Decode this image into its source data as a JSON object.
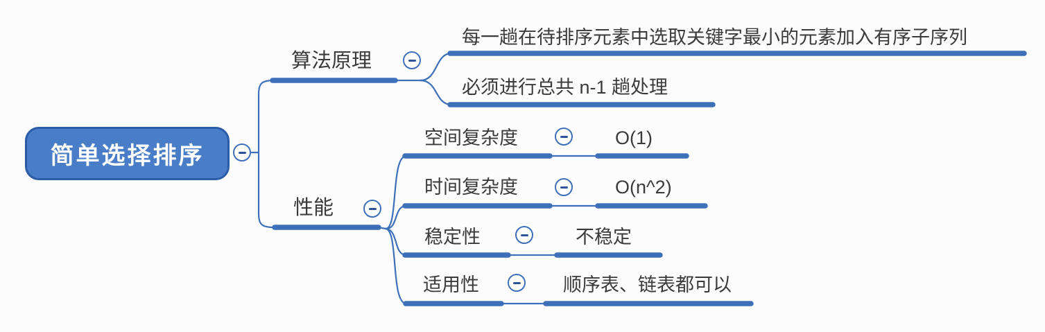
{
  "colors": {
    "line": "#3D70B8",
    "root_fill": "#4A7DC8",
    "root_border": "#2B5CA8",
    "root_text": "#FFFFFF",
    "text": "#3A3A3A",
    "minus": "#2B5597",
    "background": "#FCFCFC"
  },
  "icons": {
    "collapse": "minus-circle"
  },
  "mindmap": {
    "root": {
      "label": "简单选择排序"
    },
    "branches": [
      {
        "label": "算法原理",
        "children": [
          {
            "label": "每一趟在待排序元素中选取关键字最小的元素加入有序子序列"
          },
          {
            "label": "必须进行总共 n-1 趟处理"
          }
        ]
      },
      {
        "label": "性能",
        "children": [
          {
            "label": "空间复杂度",
            "value": "O(1)"
          },
          {
            "label": "时间复杂度",
            "value": "O(n^2)"
          },
          {
            "label": "稳定性",
            "value": "不稳定"
          },
          {
            "label": "适用性",
            "value": "顺序表、链表都可以"
          }
        ]
      }
    ]
  }
}
